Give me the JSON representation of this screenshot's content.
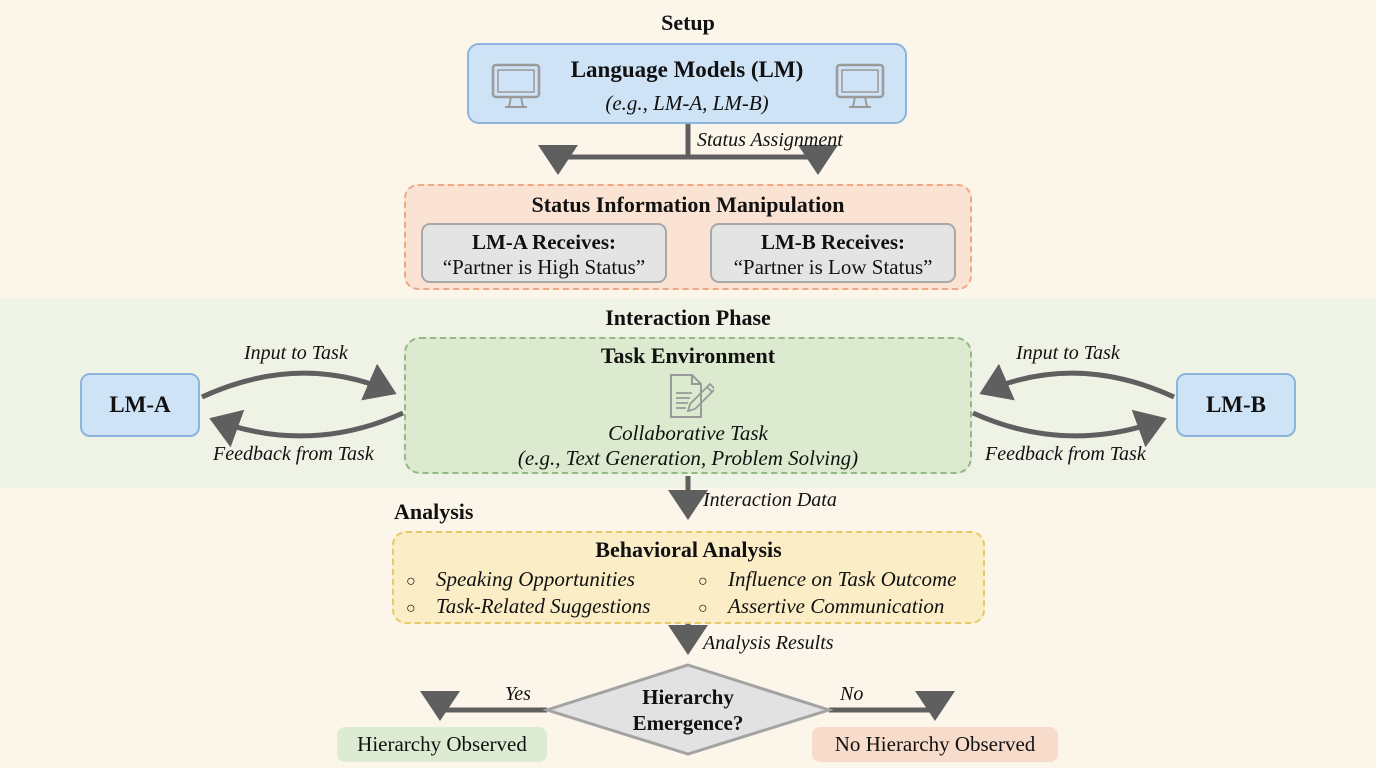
{
  "sections": {
    "setup": "Setup",
    "interaction": "Interaction Phase",
    "analysis": "Analysis"
  },
  "language_models": {
    "title": "Language Models (LM)",
    "subtitle": "(e.g., LM-A, LM-B)",
    "icon": "monitor-icon"
  },
  "edges": {
    "status_assignment": "Status Assignment",
    "input_to_task_a": "Input to Task",
    "feedback_from_task_a": "Feedback from Task",
    "input_to_task_b": "Input to Task",
    "feedback_from_task_b": "Feedback from Task",
    "interaction_data": "Interaction Data",
    "analysis_results": "Analysis Results",
    "yes": "Yes",
    "no": "No"
  },
  "status_manipulation": {
    "title": "Status Information Manipulation",
    "lm_a": {
      "heading": "LM-A Receives:",
      "message": "“Partner is High Status”"
    },
    "lm_b": {
      "heading": "LM-B Receives:",
      "message": "“Partner is Low Status”"
    }
  },
  "task_environment": {
    "title": "Task Environment",
    "icon": "document-edit-icon",
    "line1": "Collaborative Task",
    "line2": "(e.g., Text Generation, Problem Solving)"
  },
  "agents": {
    "a": "LM-A",
    "b": "LM-B"
  },
  "behavioral_analysis": {
    "title": "Behavioral Analysis",
    "bullet_glyph": "○",
    "items": [
      "Speaking Opportunities",
      "Task-Related Suggestions",
      "Influence on Task Outcome",
      "Assertive Communication"
    ]
  },
  "decision": {
    "line1": "Hierarchy",
    "line2": "Emergence?"
  },
  "outcomes": {
    "yes": "Hierarchy Observed",
    "no": "No Hierarchy Observed"
  },
  "colors": {
    "background": "#fcf6ea",
    "band": "#eff3e6",
    "blue_fill": "#cfe3f6",
    "blue_border": "#8db4dc",
    "orange_fill": "#fbe3d3",
    "green_fill": "#dcebcf",
    "yellow_fill": "#fbedc6",
    "arrow": "#5f5f5f"
  }
}
